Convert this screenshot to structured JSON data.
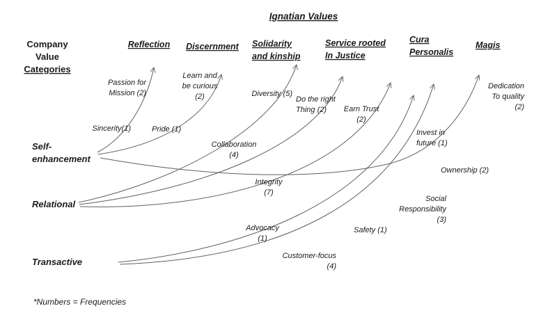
{
  "title": "Ignatian Values",
  "footnote": "*Numbers = Frequencies",
  "row_header": {
    "label": "Company Value Categories",
    "lines": [
      "Company",
      "Value",
      "Categories"
    ]
  },
  "ignatian_values": [
    {
      "name": "Reflection",
      "lines": [
        "Reflection"
      ]
    },
    {
      "name": "Discernment",
      "lines": [
        "Discernment"
      ]
    },
    {
      "name": "Solidarity and kinship",
      "lines": [
        "Solidarity",
        "and kinship"
      ]
    },
    {
      "name": "Service rooted In Justice",
      "lines": [
        "Service rooted",
        "In Justice"
      ]
    },
    {
      "name": "Cura Personalis",
      "lines": [
        "Cura",
        "Personalis"
      ]
    },
    {
      "name": "Magis",
      "lines": [
        "Magis"
      ]
    }
  ],
  "categories": [
    {
      "name": "Self-enhancement",
      "lines": [
        "Self-",
        "enhancement"
      ]
    },
    {
      "name": "Relational",
      "lines": [
        "Relational"
      ]
    },
    {
      "name": "Transactive",
      "lines": [
        "Transactive"
      ]
    }
  ],
  "company_values": [
    {
      "name": "Passion for Mission",
      "frequency": 2,
      "lines": [
        "Passion for",
        "Mission (2)"
      ]
    },
    {
      "name": "Sincerity",
      "frequency": 1,
      "lines": [
        "Sincerity(1)"
      ]
    },
    {
      "name": "Learn and be curious",
      "frequency": 2,
      "lines": [
        "Learn and",
        "be curious",
        "(2)"
      ]
    },
    {
      "name": "Pride",
      "frequency": 1,
      "lines": [
        "Pride (1)"
      ]
    },
    {
      "name": "Diversity",
      "frequency": 5,
      "lines": [
        "Diversity (5)"
      ]
    },
    {
      "name": "Do the right Thing",
      "frequency": 2,
      "lines": [
        "Do the right",
        "Thing (2)"
      ]
    },
    {
      "name": "Earn Trust",
      "frequency": 2,
      "lines": [
        "Earn Trust",
        "(2)"
      ]
    },
    {
      "name": "Collaboration",
      "frequency": 4,
      "lines": [
        "Collaboration",
        "(4)"
      ]
    },
    {
      "name": "Invest in future",
      "frequency": 1,
      "lines": [
        "Invest in",
        "future  (1)"
      ]
    },
    {
      "name": "Dedication To quality",
      "frequency": 2,
      "lines": [
        "Dedication",
        "To quality",
        "(2)"
      ]
    },
    {
      "name": "Integrity",
      "frequency": 7,
      "lines": [
        "Integrity",
        "(7)"
      ]
    },
    {
      "name": "Ownership",
      "frequency": 2,
      "lines": [
        "Ownership (2)"
      ]
    },
    {
      "name": "Social Responsibility",
      "frequency": 3,
      "lines": [
        "Social",
        "Responsibility",
        "(3)"
      ]
    },
    {
      "name": "Advocacy",
      "frequency": 1,
      "lines": [
        "Advocacy",
        "(1)"
      ]
    },
    {
      "name": "Safety",
      "frequency": 1,
      "lines": [
        "Safety (1)"
      ]
    },
    {
      "name": "Customer-focus",
      "frequency": 4,
      "lines": [
        "Customer-focus",
        "(4)"
      ]
    }
  ]
}
